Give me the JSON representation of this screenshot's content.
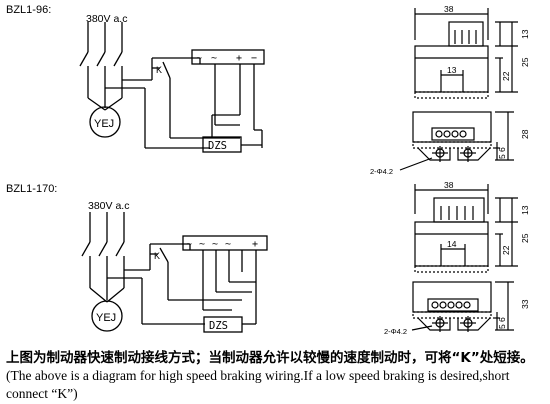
{
  "top": {
    "model": "BZL1-96:",
    "voltage": "380V a.c",
    "motor": "YEJ",
    "switch": "K",
    "terminals": [
      "~",
      "~",
      "+",
      "−"
    ],
    "dzs": "DZS"
  },
  "bottom": {
    "model": "BZL1-170:",
    "voltage": "380V a.c",
    "motor": "YEJ",
    "switch": "K",
    "terminals": [
      "~",
      "~",
      "~",
      "~",
      "+"
    ],
    "dzs": "DZS"
  },
  "dims_top": {
    "width": "38",
    "inner": "13",
    "h1": "13",
    "h2": "25",
    "h3": "22",
    "h4": "28",
    "h5": "5",
    "h6": "6",
    "hole": "2-Φ4.2"
  },
  "dims_bottom": {
    "width": "38",
    "inner": "14",
    "h1": "13",
    "h2": "25",
    "h3": "22",
    "h4": "33",
    "h5": "5",
    "h6": "6",
    "hole": "2-Φ4.2"
  },
  "caption": {
    "cn": "上图为制动器快速制动接线方式；当制动器允许以较慢的速度制动时，可将“K”处短接。",
    "en": "(The above is a diagram for high speed braking wiring.If a low speed braking is desired,short connect “K”)"
  }
}
